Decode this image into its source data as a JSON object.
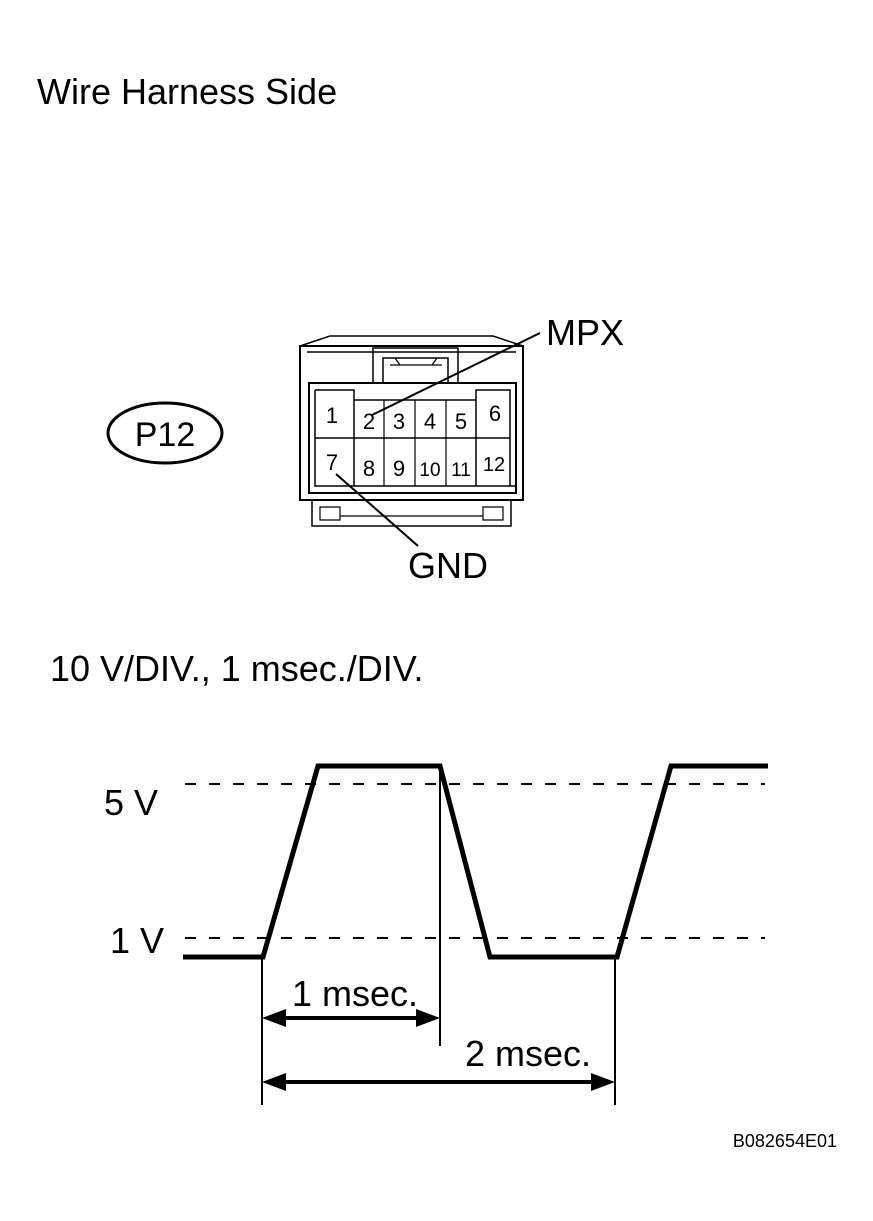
{
  "title": "Wire Harness Side",
  "connector": {
    "id": "P12",
    "pins_top": [
      "1",
      "2",
      "3",
      "4",
      "5",
      "6"
    ],
    "pins_bottom": [
      "7",
      "8",
      "9",
      "10",
      "11",
      "12"
    ],
    "labels": {
      "mpx": "MPX",
      "gnd": "GND"
    }
  },
  "scope": {
    "settings": "10 V/DIV., 1 msec./DIV.",
    "levels": {
      "high": "5 V",
      "low": "1 V"
    },
    "timing": {
      "short": "1 msec.",
      "long": "2 msec."
    }
  },
  "figure_code": "B082654E01"
}
